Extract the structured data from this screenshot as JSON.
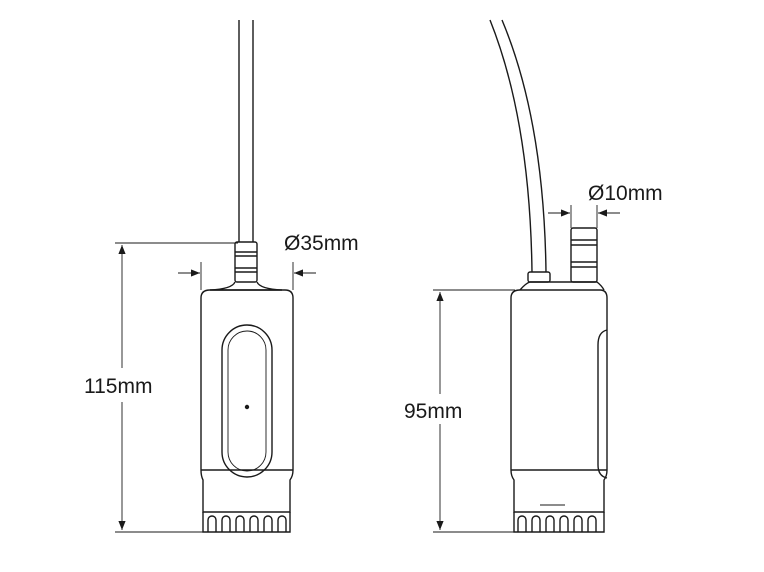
{
  "diagram": {
    "front_view": {
      "height_label": "115mm",
      "diameter_label": "Ø35mm"
    },
    "side_view": {
      "height_label": "95mm",
      "outlet_label": "Ø10mm"
    },
    "colors": {
      "line": "#1a1a1a",
      "background": "#ffffff"
    }
  }
}
